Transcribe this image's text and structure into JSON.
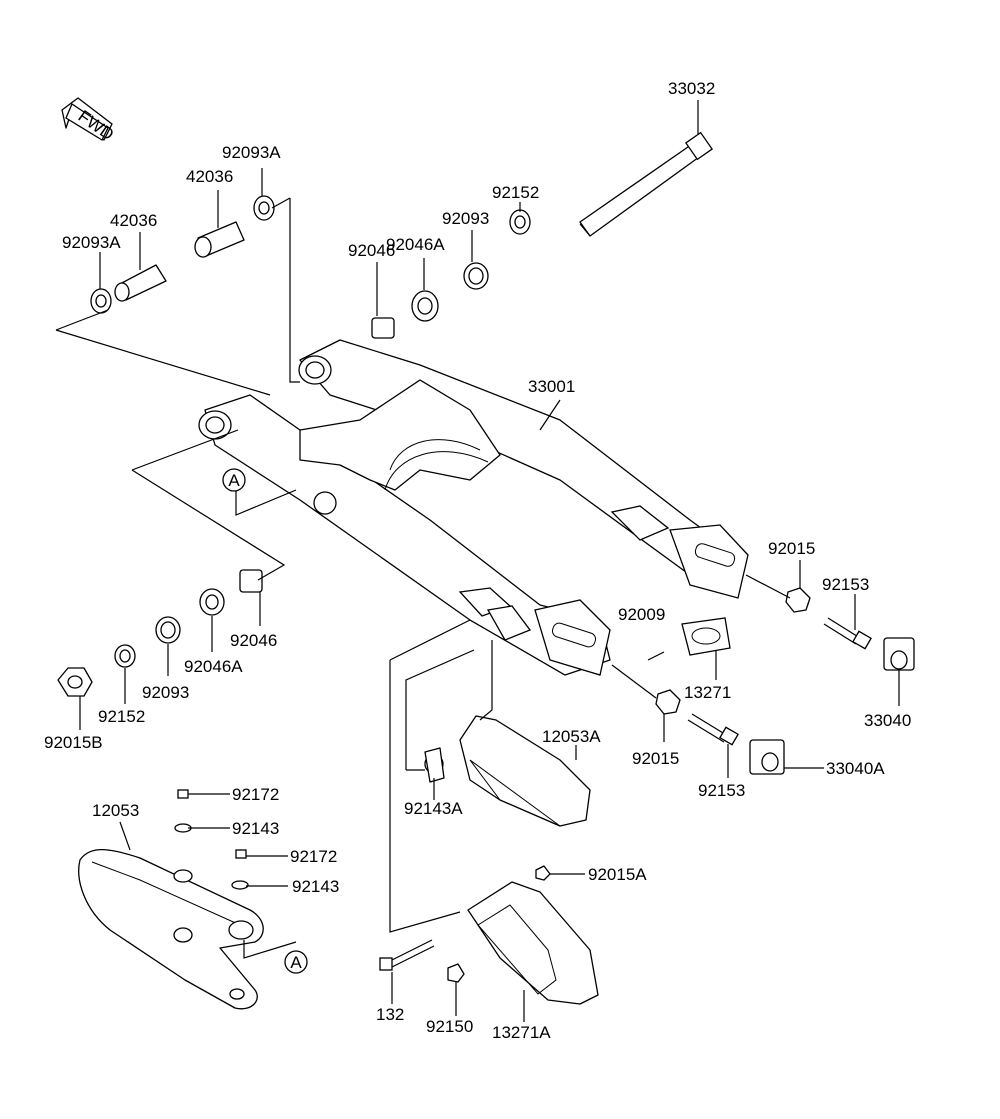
{
  "fwd_badge": "FWD",
  "ref_marker": "A",
  "callouts": {
    "c33032": "33032",
    "c92093A_top": "92093A",
    "c42036_top": "42036",
    "c42036_left": "42036",
    "c92093A_left": "92093A",
    "c92152_top": "92152",
    "c92093_top": "92093",
    "c92046A_top": "92046A",
    "c92046_top": "92046",
    "c33001": "33001",
    "c92015_right": "92015",
    "c92153_right": "92153",
    "c92009": "92009",
    "c13271": "13271",
    "c33040": "33040",
    "c92046_low": "92046",
    "c92046A_low": "92046A",
    "c92093_low": "92093",
    "c92152_low": "92152",
    "c92015B": "92015B",
    "c12053A": "12053A",
    "c92015_mid": "92015",
    "c92153_mid": "92153",
    "c33040A": "33040A",
    "c92143A": "92143A",
    "c92172_a": "92172",
    "c92143_a": "92143",
    "c92172_b": "92172",
    "c92143_b": "92143",
    "c12053": "12053",
    "c92015A": "92015A",
    "c132": "132",
    "c92150": "92150",
    "c13271A": "13271A"
  }
}
